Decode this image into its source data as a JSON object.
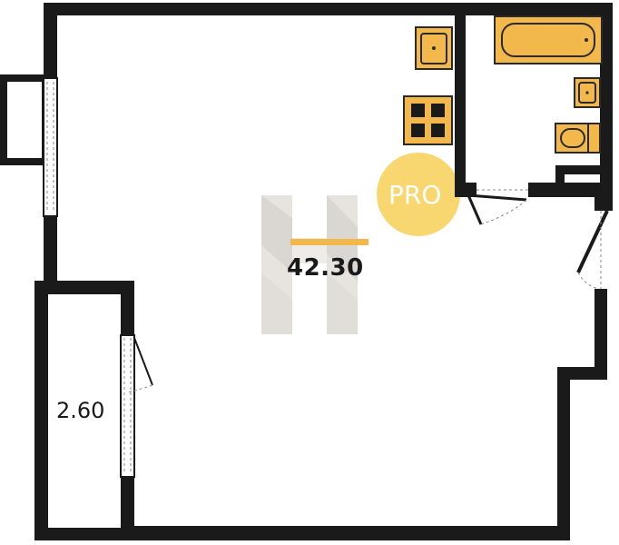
{
  "plan": {
    "total_area": "42.30",
    "balcony_area": "2.60",
    "badge_text": "PRO",
    "colors": {
      "wall": "#1a1a1a",
      "fixture_fill": "#f2b84b",
      "fixture_stroke": "#2a2a2a",
      "badge": "#f7cf57",
      "area_bar": "#f2b84b",
      "watermark": "#d8d2cc"
    },
    "fixtures": [
      "sink-kitchen",
      "stove",
      "bathtub",
      "sink-bathroom",
      "toilet"
    ],
    "watermark_icon": "h-logo-watermark"
  }
}
